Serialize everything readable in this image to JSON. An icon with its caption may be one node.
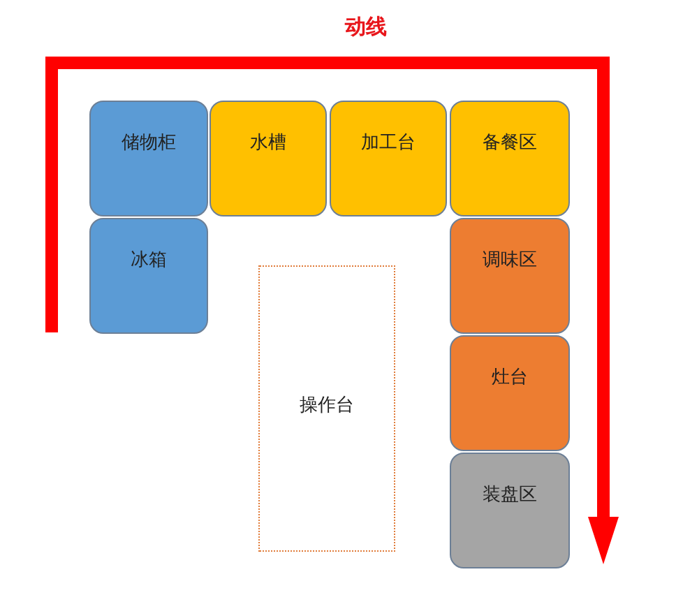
{
  "diagram": {
    "title": "动线",
    "nodes": [
      {
        "text": [
          "储物柜"
        ]
      },
      {
        "text": [
          "水槽"
        ]
      },
      {
        "text": [
          "加工台"
        ]
      },
      {
        "text": [
          "备餐区"
        ]
      },
      {
        "text": [
          "冰箱"
        ]
      },
      {
        "text": [
          "调味区"
        ]
      },
      {
        "text": [
          "操作台"
        ]
      },
      {
        "text": [
          "灶台"
        ]
      },
      {
        "text": [
          "装盘区"
        ]
      }
    ]
  }
}
